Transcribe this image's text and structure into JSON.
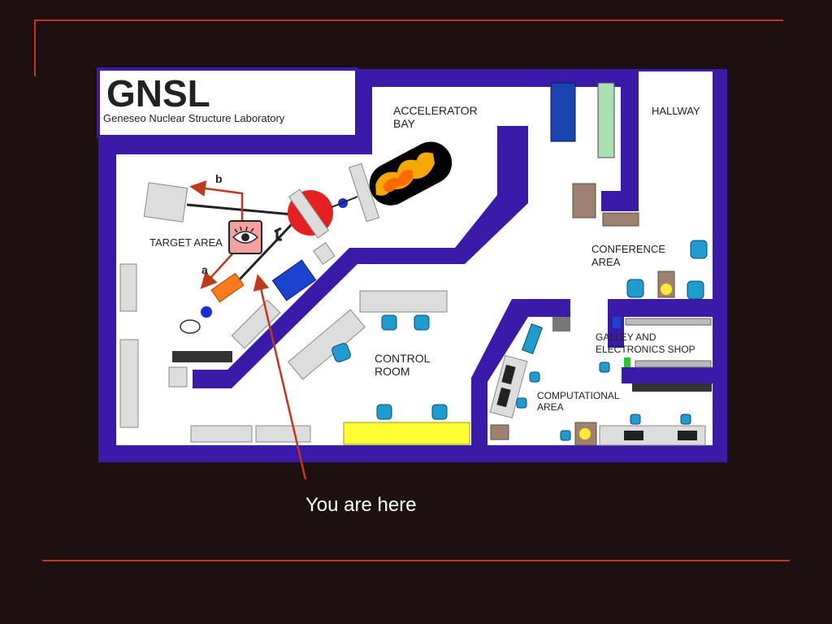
{
  "logo": {
    "title": "GNSL",
    "subtitle": "Geneseo Nuclear Structure Laboratory"
  },
  "rooms": {
    "accelerator_bay_line1": "ACCELERATOR",
    "accelerator_bay_line2": "BAY",
    "hallway": "HALLWAY",
    "target_area": "TARGET AREA",
    "conference_line1": "CONFERENCE",
    "conference_line2": "AREA",
    "galley_line1": "GALLEY AND",
    "galley_line2": "ELECTRONICS SHOP",
    "control_line1": "CONTROL",
    "control_line2": "ROOM",
    "computational_line1": "COMPUTATIONAL",
    "computational_line2": "AREA"
  },
  "beamline_labels": {
    "a": "a",
    "b": "b"
  },
  "icons": {
    "viewpoint": "eye-icon"
  },
  "caption": "You are here",
  "colors": {
    "background": "#1e1010",
    "accent_rule": "#c0391b",
    "wall": "#3a1aa8",
    "floor": "#ffffff",
    "arrow": "#c0391b",
    "console": "#ffff33",
    "seat": "#1e9cd0"
  }
}
